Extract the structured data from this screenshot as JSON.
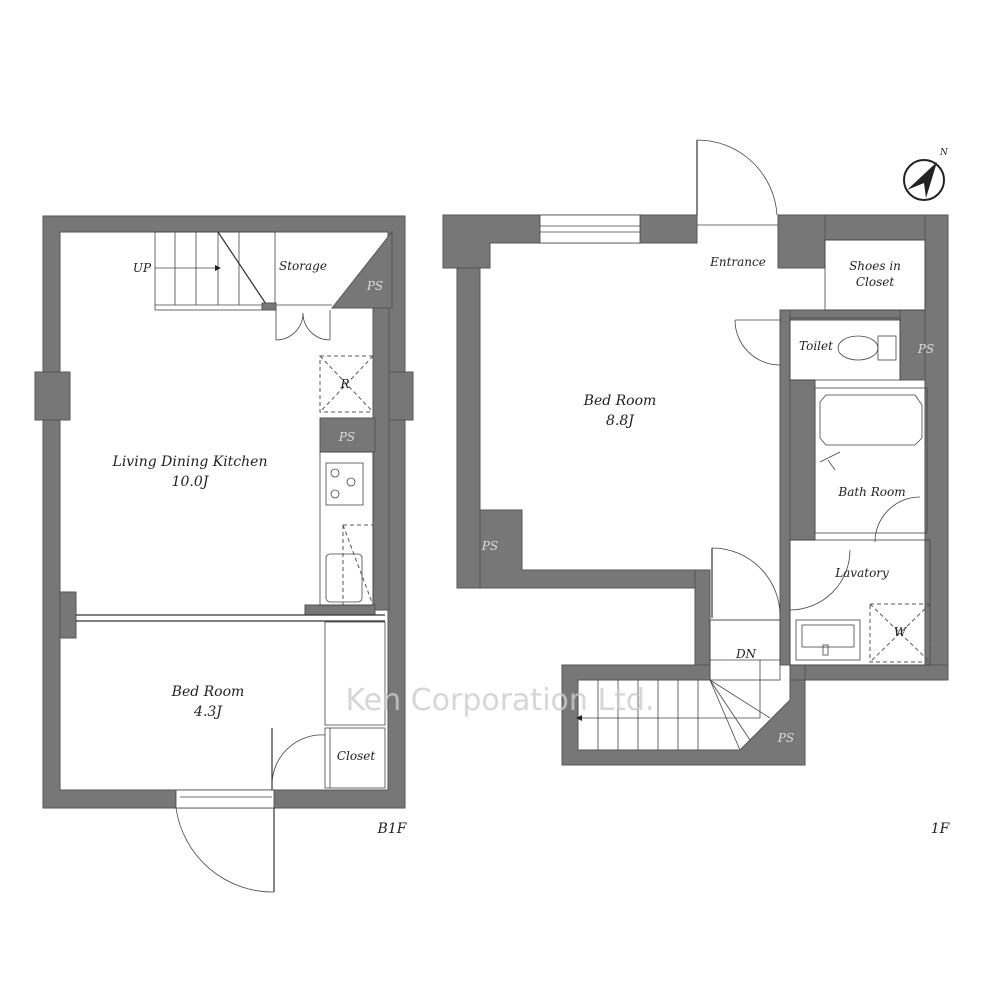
{
  "floors": {
    "b1f": {
      "label": "B1F",
      "rooms": {
        "ldk_name": "Living Dining Kitchen",
        "ldk_size": "10.0J",
        "bedroom_name": "Bed Room",
        "bedroom_size": "4.3J",
        "storage": "Storage",
        "closet": "Closet",
        "stairs": "UP",
        "fridge": "R",
        "ps1": "PS",
        "ps2": "PS"
      }
    },
    "f1": {
      "label": "1F",
      "rooms": {
        "bedroom_name": "Bed Room",
        "bedroom_size": "8.8J",
        "entrance": "Entrance",
        "shoes_closet_line1": "Shoes in",
        "shoes_closet_line2": "Closet",
        "toilet": "Toilet",
        "bath": "Bath Room",
        "lavatory": "Lavatory",
        "washer": "W",
        "stairs": "DN",
        "ps1": "PS",
        "ps2": "PS",
        "ps3": "PS"
      }
    }
  },
  "compass": {
    "north": "N"
  },
  "watermark": "Ken Corporation Ltd."
}
